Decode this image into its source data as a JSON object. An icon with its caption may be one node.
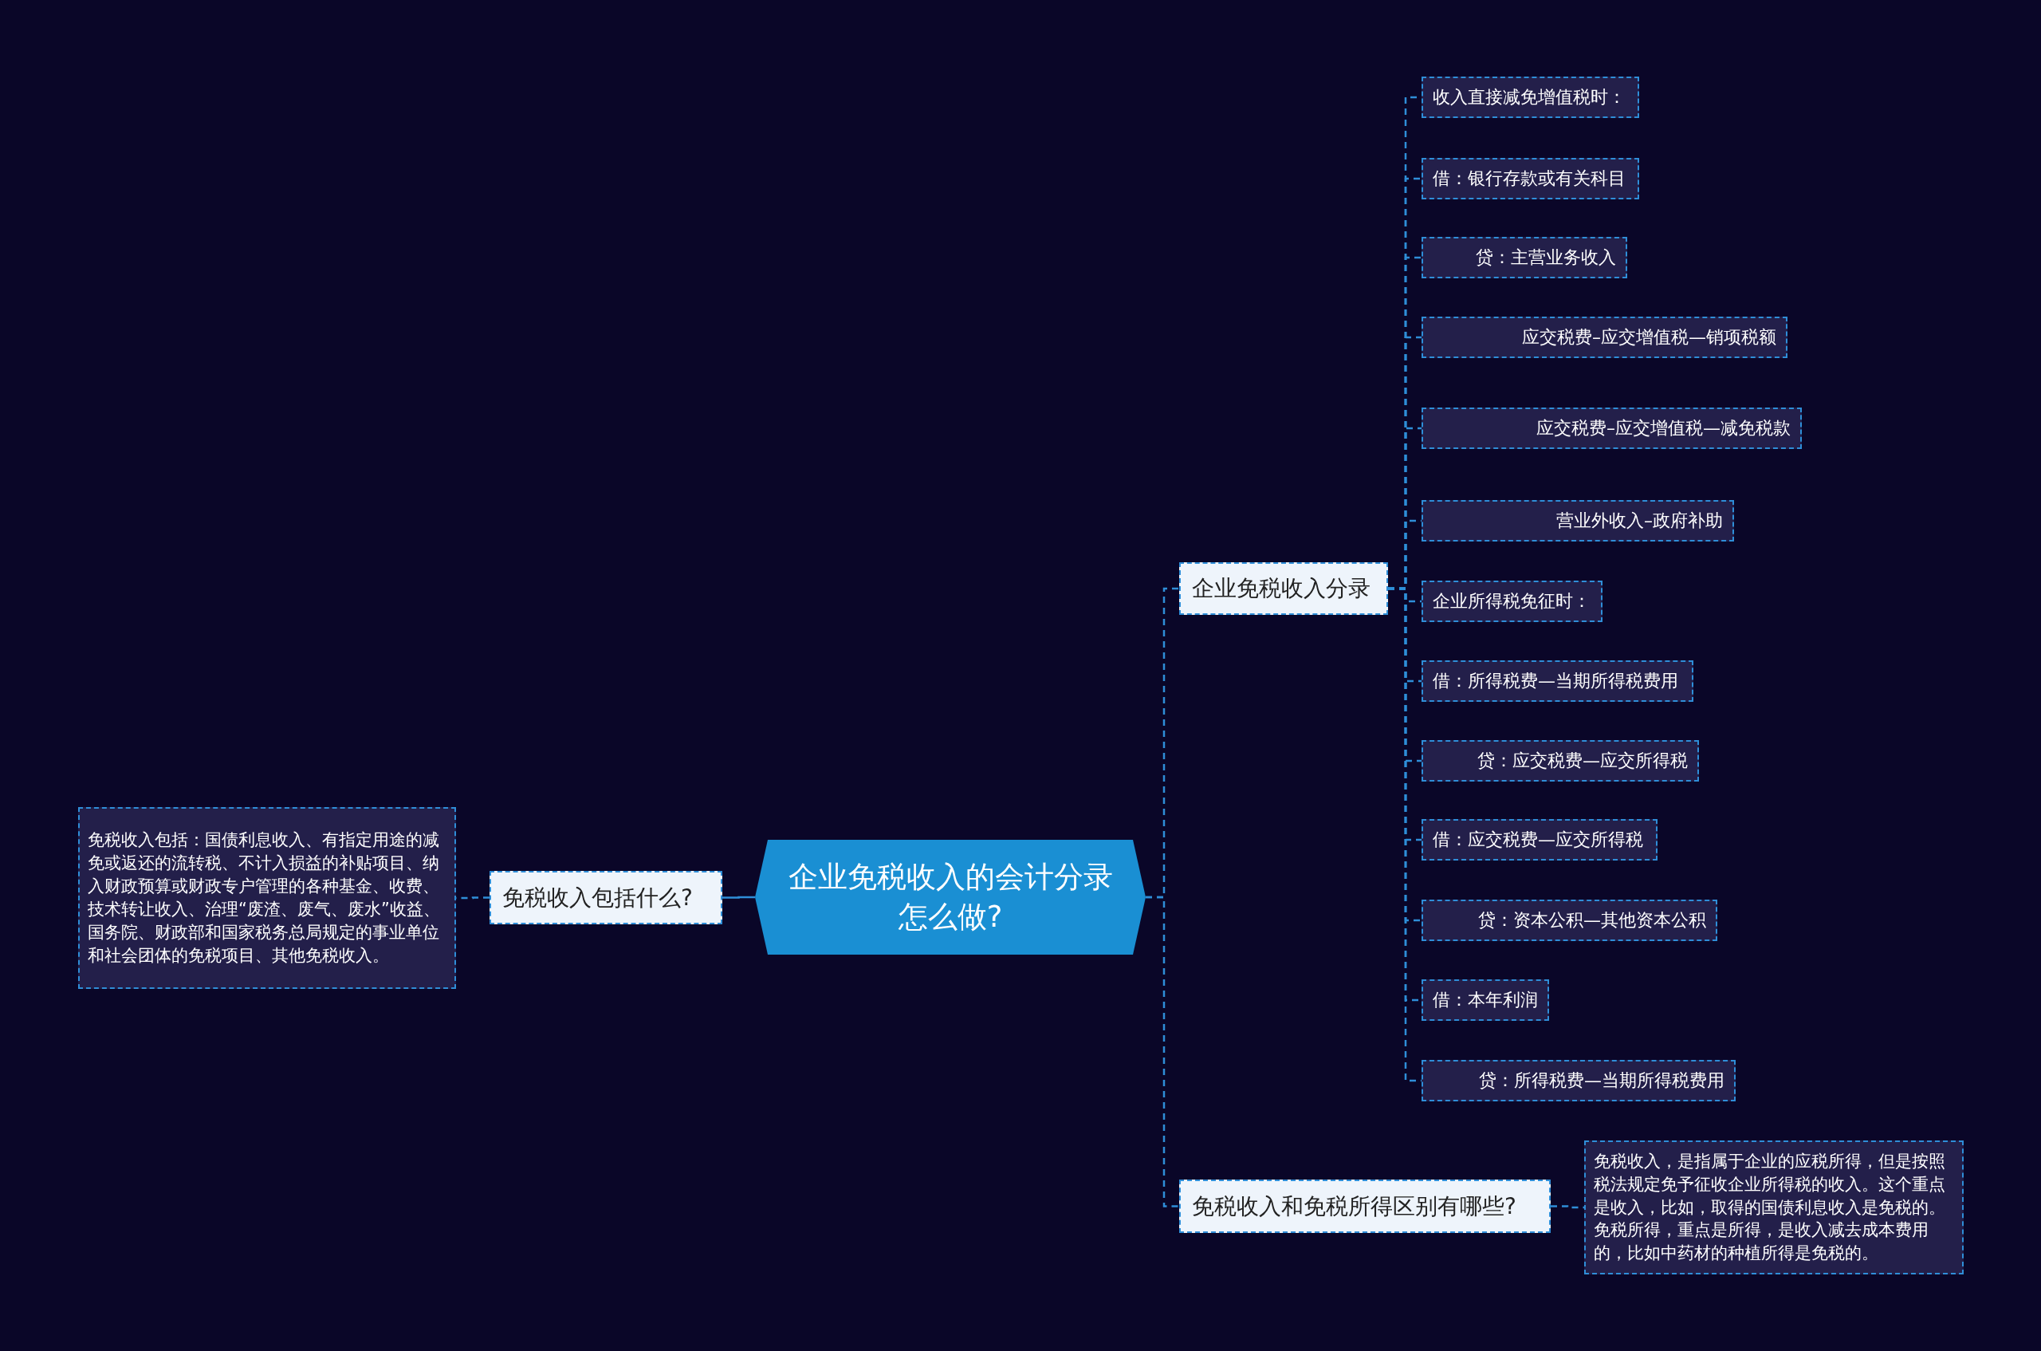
{
  "diagram": {
    "nodes": [
      {
        "text": [
          "企业免税收入的会计分录怎么做?"
        ]
      },
      {
        "text": [
          "免税收入包括什么?"
        ]
      },
      {
        "text": [
          "免税收入包括：国债利息收入、有指定用途的减免或返还的流转税、不计入损益的补贴项目、纳入财政预算或财政专户管理的各种基金、收费、技术转让收入、治理“废渣、废气、废水”收益、国务院、财政部和国家税务总局规定的事业单位和社会团体的免税项目、其他免税收入。"
        ]
      },
      {
        "text": [
          "企业免税收入分录"
        ]
      },
      {
        "text": [
          "收入直接减免增值税时："
        ]
      },
      {
        "text": [
          "借：银行存款或有关科目"
        ]
      },
      {
        "text": [
          "贷：主营业务收入"
        ]
      },
      {
        "text": [
          "应交税费–应交增值税—销项税额"
        ]
      },
      {
        "text": [
          "应交税费–应交增值税—减免税款"
        ]
      },
      {
        "text": [
          "营业外收入–政府补助"
        ]
      },
      {
        "text": [
          "企业所得税免征时："
        ]
      },
      {
        "text": [
          "借：所得税费—当期所得税费用"
        ]
      },
      {
        "text": [
          "贷：应交税费—应交所得税"
        ]
      },
      {
        "text": [
          "借：应交税费—应交所得税"
        ]
      },
      {
        "text": [
          "贷：资本公积—其他资本公积"
        ]
      },
      {
        "text": [
          "借：本年利润"
        ]
      },
      {
        "text": [
          "贷：所得税费—当期所得税费用"
        ]
      },
      {
        "text": [
          "免税收入和免税所得区别有哪些?"
        ]
      },
      {
        "text": [
          "免税收入，是指属于企业的应税所得，但是按照税法规定免予征收企业所得税的收入。这个重点是收入，比如，取得的国债利息收入是免税的。免税所得，重点是所得，是收入减去成本费用的，比如中药材的种植所得是免税的。"
        ]
      }
    ],
    "edges": [
      {
        "from": 0,
        "to": 1,
        "arrow": "none"
      },
      {
        "from": 1,
        "to": 2,
        "arrow": "none",
        "style": "dashed"
      },
      {
        "from": 0,
        "to": 3,
        "arrow": "none",
        "style": "dashed"
      },
      {
        "from": 0,
        "to": 17,
        "arrow": "none",
        "style": "dashed"
      },
      {
        "from": 3,
        "to": 4,
        "arrow": "none",
        "style": "dashed"
      },
      {
        "from": 3,
        "to": 5,
        "arrow": "none",
        "style": "dashed"
      },
      {
        "from": 3,
        "to": 6,
        "arrow": "none",
        "style": "dashed"
      },
      {
        "from": 3,
        "to": 7,
        "arrow": "none",
        "style": "dashed"
      },
      {
        "from": 3,
        "to": 8,
        "arrow": "none",
        "style": "dashed"
      },
      {
        "from": 3,
        "to": 9,
        "arrow": "none",
        "style": "dashed"
      },
      {
        "from": 3,
        "to": 10,
        "arrow": "none",
        "style": "dashed"
      },
      {
        "from": 3,
        "to": 11,
        "arrow": "none",
        "style": "dashed"
      },
      {
        "from": 3,
        "to": 12,
        "arrow": "none",
        "style": "dashed"
      },
      {
        "from": 3,
        "to": 13,
        "arrow": "none",
        "style": "dashed"
      },
      {
        "from": 3,
        "to": 14,
        "arrow": "none",
        "style": "dashed"
      },
      {
        "from": 3,
        "to": 15,
        "arrow": "none",
        "style": "dashed"
      },
      {
        "from": 3,
        "to": 16,
        "arrow": "none",
        "style": "dashed"
      },
      {
        "from": 17,
        "to": 18,
        "arrow": "none",
        "style": "dashed"
      }
    ]
  }
}
